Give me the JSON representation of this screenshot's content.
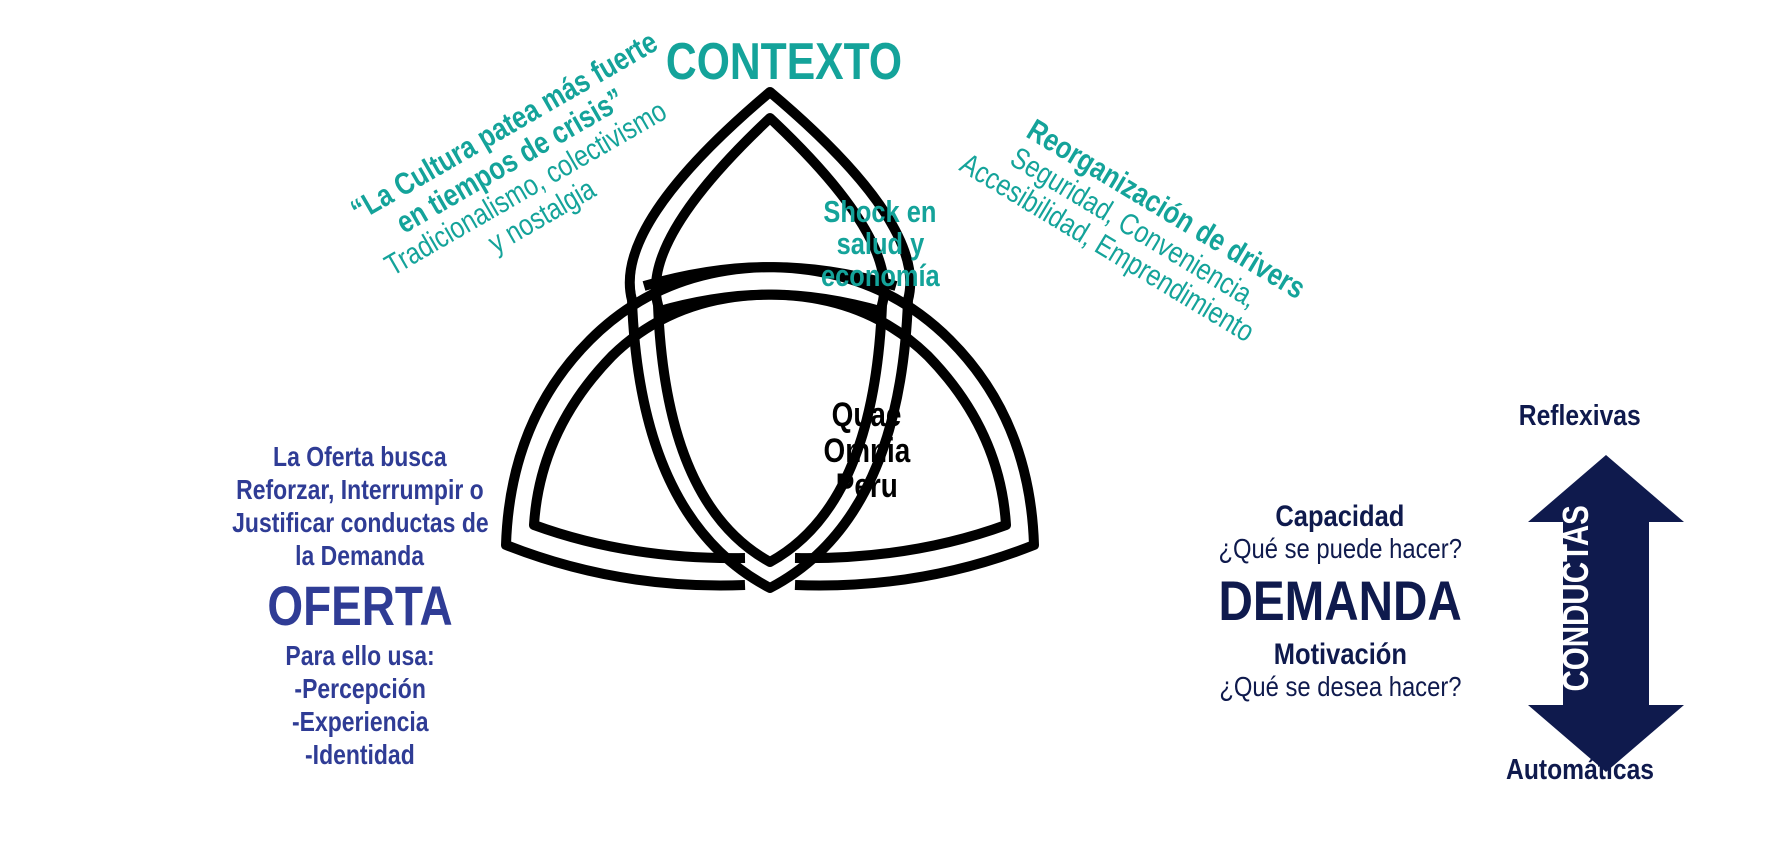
{
  "colors": {
    "teal": "#14a39a",
    "blue": "#2f3c95",
    "navy": "#0f1a4d",
    "outline": "#000000"
  },
  "contexto": {
    "title": "CONTEXTO",
    "quote_line1": "“La Cultura patea más fuerte",
    "quote_line2": "en tiempos de crisis”",
    "quote_line3": "Tradicionalismo, colectivismo",
    "quote_line4": "y nostalgia",
    "drivers_line1": "Reorganización de drivers",
    "drivers_line2": "Seguridad, Conveniencia,",
    "drivers_line3": "Accesibilidad, Emprendimiento"
  },
  "triquetra": {
    "top_lobe_line1": "Shock en",
    "top_lobe_line2": "salud y",
    "top_lobe_line3": "economía",
    "center_line1": "Quae",
    "center_line2": "Omnia",
    "center_line3": "Peru"
  },
  "oferta": {
    "intro_line1": "La Oferta busca",
    "intro_line2": "Reforzar, Interrumpir o",
    "intro_line3": "Justificar conductas de",
    "intro_line4": "la Demanda",
    "heading": "OFERTA",
    "uses_line1": "Para ello usa:",
    "uses_line2": "-Percepción",
    "uses_line3": "-Experiencia",
    "uses_line4": "-Identidad"
  },
  "demanda": {
    "capacidad": "Capacidad",
    "capacidad_q": "¿Qué se puede hacer?",
    "heading": "DEMANDA",
    "motivacion": "Motivación",
    "motivacion_q": "¿Qué se desea hacer?"
  },
  "conductas": {
    "label": "CONDUCTAS",
    "top": "Reflexivas",
    "bottom": "Automáticas"
  }
}
